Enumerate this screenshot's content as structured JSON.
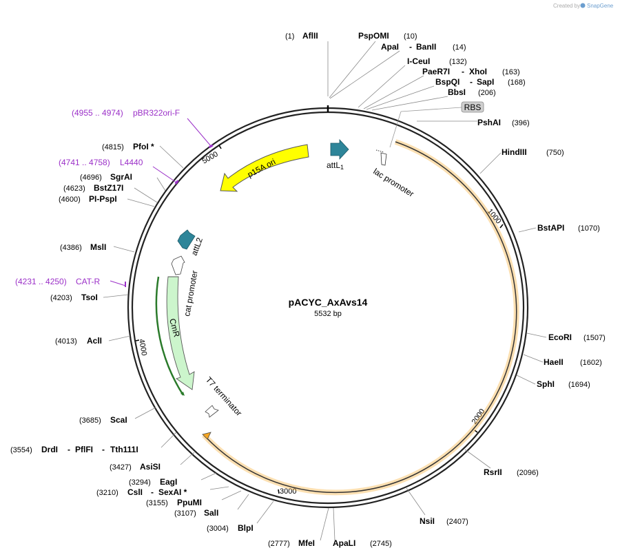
{
  "credit": {
    "prefix": "Created by",
    "brand": "SnapGene"
  },
  "plasmid": {
    "name": "pACYC_AxAvs14",
    "size_label": "5532 bp",
    "length": 5532
  },
  "colors": {
    "backbone": "#222222",
    "orf": "#f5a623",
    "ori": "#ffff00",
    "att": "#2e8599",
    "cmr": "#ccf5cc",
    "primer": "#9b30c8",
    "rbs": "#cfcfcf"
  },
  "ticks": [
    "1000",
    "2000",
    "3000",
    "4000",
    "5000"
  ],
  "sites": [
    {
      "name": "AflII",
      "pos": "(1)"
    },
    {
      "name": "PspOMI",
      "pos": "(10)"
    },
    {
      "name": "ApaI",
      "name2": "BanII",
      "pos": "(14)"
    },
    {
      "name": "I-CeuI",
      "pos": "(132)"
    },
    {
      "name": "PaeR7I",
      "name2": "XhoI",
      "pos": "(163)"
    },
    {
      "name": "BspQI",
      "name2": "SapI",
      "pos": "(168)"
    },
    {
      "name": "BbsI",
      "pos": "(206)"
    },
    {
      "name": "PshAI",
      "pos": "(396)"
    },
    {
      "name": "HindIII",
      "pos": "(750)"
    },
    {
      "name": "BstAPI",
      "pos": "(1070)"
    },
    {
      "name": "EcoRI",
      "pos": "(1507)"
    },
    {
      "name": "HaeII",
      "pos": "(1602)"
    },
    {
      "name": "SphI",
      "pos": "(1694)"
    },
    {
      "name": "RsrII",
      "pos": "(2096)"
    },
    {
      "name": "NsiI",
      "pos": "(2407)"
    },
    {
      "name": "ApaLI",
      "pos": "(2745)"
    },
    {
      "name": "MfeI",
      "pos": "(2777)"
    },
    {
      "name": "BlpI",
      "pos": "(3004)"
    },
    {
      "name": "SalI",
      "pos": "(3107)"
    },
    {
      "name": "PpuMI",
      "pos": "(3155)"
    },
    {
      "name": "CslI",
      "name2": "SexAI *",
      "pos": "(3210)"
    },
    {
      "name": "EagI",
      "pos": "(3294)"
    },
    {
      "name": "AsiSI",
      "pos": "(3427)"
    },
    {
      "name": "DrdI",
      "name2": "PflFI",
      "name3": "Tth111I",
      "pos": "(3554)"
    },
    {
      "name": "ScaI",
      "pos": "(3685)"
    },
    {
      "name": "AclI",
      "pos": "(4013)"
    },
    {
      "name": "TsoI",
      "pos": "(4203)"
    },
    {
      "name": "MslI",
      "pos": "(4386)"
    },
    {
      "name": "PI-PspI",
      "pos": "(4600)"
    },
    {
      "name": "BstZ17I",
      "pos": "(4623)"
    },
    {
      "name": "SgrAI",
      "pos": "(4696)"
    },
    {
      "name": "PfoI *",
      "pos": "(4815)"
    }
  ],
  "primers": [
    {
      "name": "pBR322ori-F",
      "range": "(4955 .. 4974)"
    },
    {
      "name": "L4440",
      "range": "(4741 .. 4758)"
    },
    {
      "name": "CAT-R",
      "range": "(4231 .. 4250)"
    }
  ],
  "features": {
    "rbs": "RBS",
    "p15a": "p15A ori",
    "attl1_base": "attL",
    "attl1_sub": "1",
    "attl2": "attL2",
    "lac": "lac promoter",
    "cat": "cat promoter",
    "cmr": "CmR",
    "t7": "T7 terminator"
  }
}
